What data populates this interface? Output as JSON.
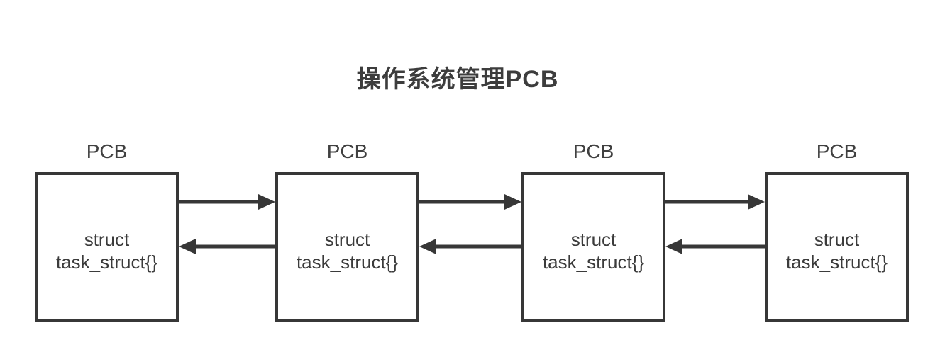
{
  "title": "操作系统管理PCB",
  "colors": {
    "ink": "#373737",
    "title_text": "#3d3d3d",
    "box_text": "#3b3b3b",
    "box_fill": "#ffffff",
    "background": "#ffffff"
  },
  "nodes": [
    {
      "label": "PCB",
      "content_line1": "struct",
      "content_line2": "task_struct{}"
    },
    {
      "label": "PCB",
      "content_line1": "struct",
      "content_line2": "task_struct{}"
    },
    {
      "label": "PCB",
      "content_line1": "struct",
      "content_line2": "task_struct{}"
    },
    {
      "label": "PCB",
      "content_line1": "struct",
      "content_line2": "task_struct{}"
    }
  ],
  "links": [
    {
      "from": 1,
      "to": 2,
      "direction": "bidirectional"
    },
    {
      "from": 2,
      "to": 3,
      "direction": "bidirectional"
    },
    {
      "from": 3,
      "to": 4,
      "direction": "bidirectional"
    }
  ]
}
